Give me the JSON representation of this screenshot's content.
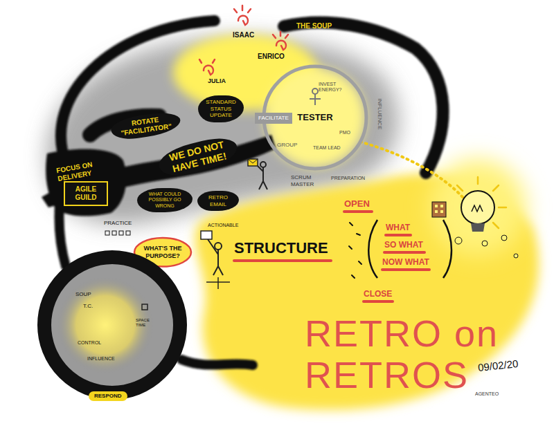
{
  "diagram": {
    "title": "RETRO on RETROS",
    "nodes": [
      {
        "text": [
          "TESTER"
        ]
      },
      {
        "text": [
          "FACILITATE"
        ]
      },
      {
        "text": [
          "AGILE GUILD"
        ]
      },
      {
        "text": [
          "WHAT'S THE PURPOSE?"
        ]
      },
      {
        "text": [
          "WHAT COULD POSSIBLY GO WRONG"
        ]
      },
      {
        "text": [
          "RETRO EMAIL"
        ]
      },
      {
        "text": [
          "WE DO NOT HAVE TIME!"
        ]
      },
      {
        "text": [
          "ROTATE \"FACILITATOR\""
        ]
      },
      {
        "text": [
          "STANDARD STATUS UPDATE"
        ]
      },
      {
        "text": [
          "SOUP"
        ]
      },
      {
        "text": [
          "RESPOND"
        ]
      }
    ],
    "labels": [
      "THE SOUP",
      "ISAAC",
      "JULIA",
      "ENRICO",
      "INVEST ENERGY?",
      "INFLUENCE",
      "GROUP",
      "TEAM LEAD",
      "PMO",
      "FOCUS ON DELIVERY",
      "PRACTICE",
      "SCRUM MASTER",
      "PREPARATION",
      "ACTIONABLE",
      "STRUCTURE",
      "OPEN",
      "WHAT",
      "SO WHAT",
      "NOW WHAT",
      "CLOSE",
      "T.C.",
      "CONTROL",
      "INFLUENCE",
      "SPACE TIME",
      "09/02/20",
      "AGENTEO"
    ]
  }
}
